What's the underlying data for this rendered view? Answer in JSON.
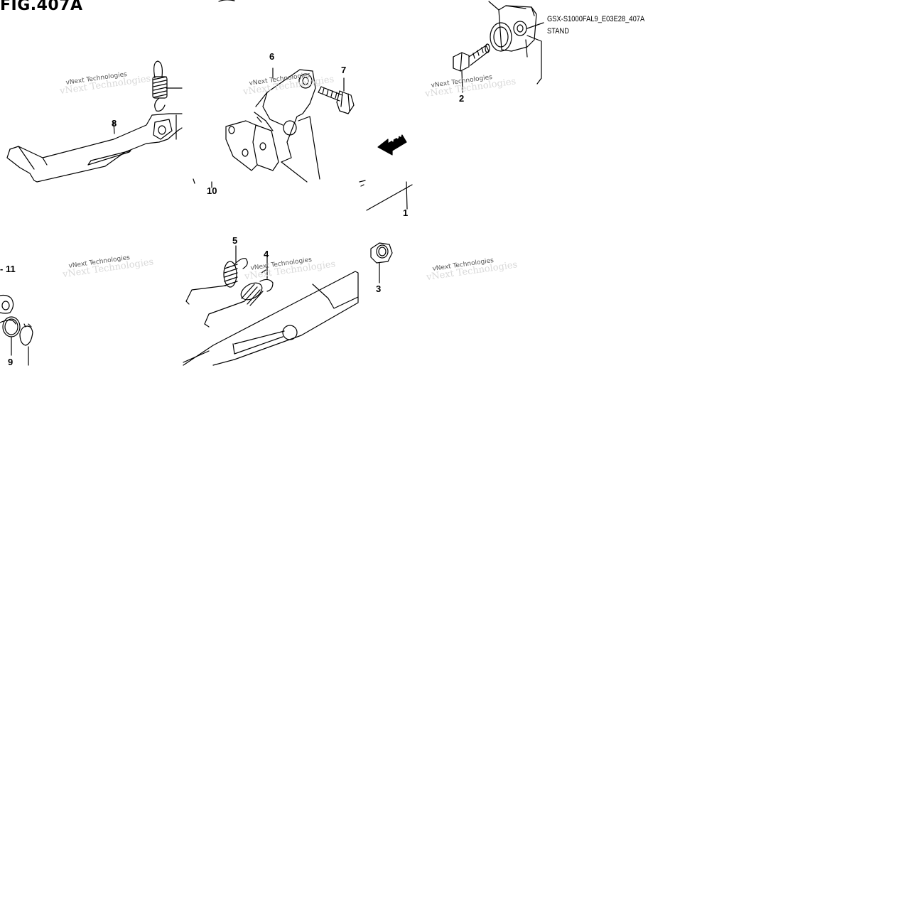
{
  "figure": {
    "title": "FIG.407A",
    "ref_code": "GSX-S1000FAL9_E03E28_407A",
    "section_name": "STAND"
  },
  "direction_marker": {
    "label": "FWD"
  },
  "callouts": [
    {
      "id": "c1",
      "number": "1"
    },
    {
      "id": "c2",
      "number": "2"
    },
    {
      "id": "c3",
      "number": "3"
    },
    {
      "id": "c4",
      "number": "4"
    },
    {
      "id": "c5",
      "number": "5"
    },
    {
      "id": "c6",
      "number": "6"
    },
    {
      "id": "c7",
      "number": "7"
    },
    {
      "id": "c8",
      "number": "8"
    },
    {
      "id": "c9",
      "number": "9"
    },
    {
      "id": "c10",
      "number": "10"
    },
    {
      "id": "c11",
      "number": "11"
    }
  ],
  "watermark": {
    "text": "vNext Technologies",
    "faint_text": "vNext Technologies"
  },
  "colors": {
    "line": "#000000",
    "background": "#ffffff",
    "watermark": "#555555"
  }
}
